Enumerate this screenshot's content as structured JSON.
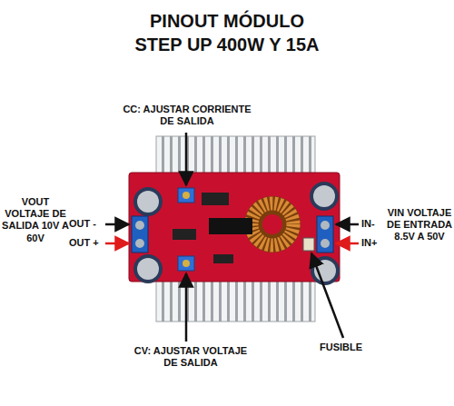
{
  "diagram": {
    "title": "PINOUT MÓDULO STEP UP 400W Y 15A",
    "labels": [
      "CC: AJUSTAR CORRIENTE DE SALIDA",
      "VOUT VOLTAJE DE SALIDA 10V A 60V",
      "OUT -",
      "OUT +",
      "IN-",
      "IN+",
      "VIN VOLTAJE DE ENTRADA 8.5V A 50V",
      "CV: AJUSTAR VOLTAJE DE SALIDA",
      "FUSIBLE"
    ]
  }
}
